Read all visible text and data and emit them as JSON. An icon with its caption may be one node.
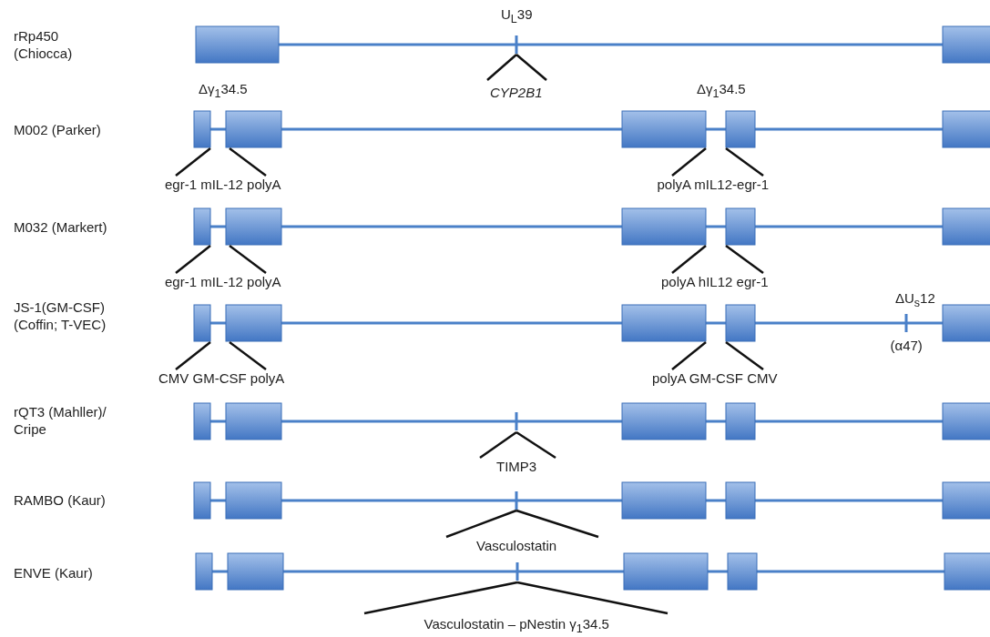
{
  "diagram": {
    "labels": [
      "U$_{L}$39",
      "rRp450 (Chiocca)",
      "CYP2B1",
      "Δγ$_{1}$34.5",
      "Δγ$_{1}$34.5",
      "M002 (Parker)",
      "egr-1 mIL-12 polyA",
      "polyA mIL12-egr-1",
      "M032 (Markert)",
      "egr-1 mIL-12 polyA",
      "polyA hIL12 egr-1",
      "ΔU$_{s}$12",
      "JS-1(GM-CSF) (Coffin; T-VEC)",
      "(α47)",
      "CMV GM-CSF polyA",
      "polyA GM-CSF CMV",
      "rQT3 (Mahller)/ Cripe",
      "TIMP3",
      "RAMBO (Kaur)",
      "Vasculostatin",
      "ENVE (Kaur)",
      "Vasculostatin – pNestin γ$_{1}$34.5"
    ]
  }
}
